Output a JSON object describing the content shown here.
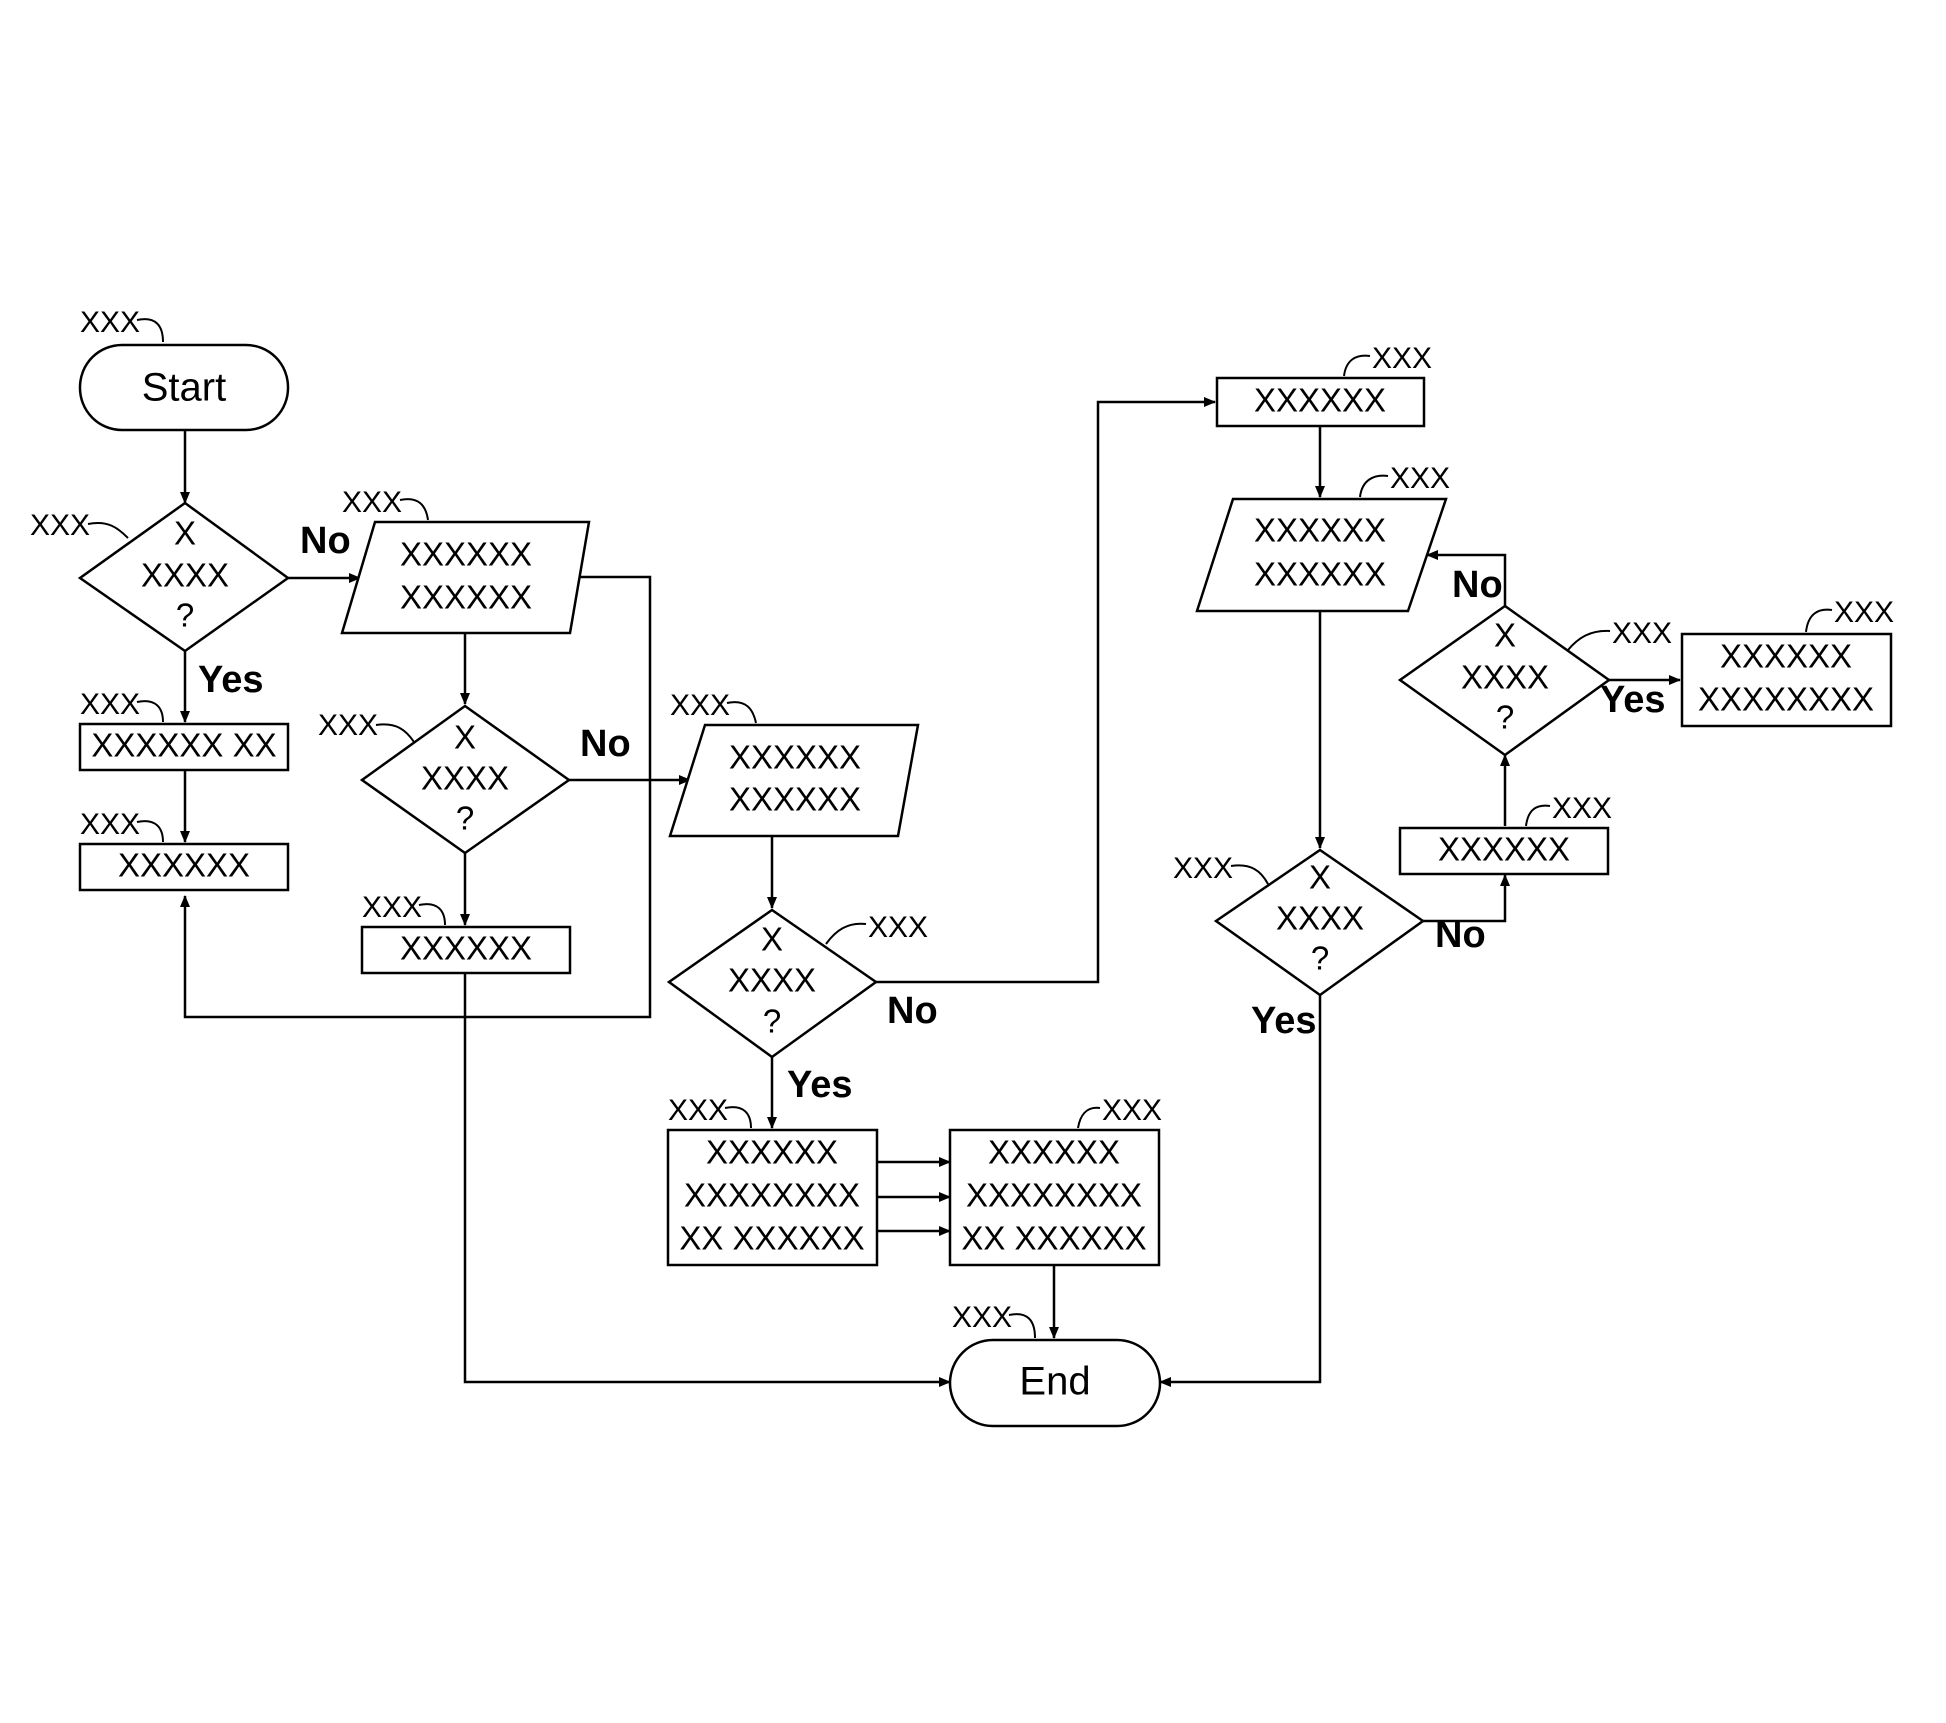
{
  "nodes": {
    "start": {
      "label": "Start",
      "ref": "XXX"
    },
    "decision1": {
      "line1": "X",
      "line2": "XXXX",
      "line3": "?",
      "ref": "XXX"
    },
    "process1": {
      "label": "XXXXXX XX",
      "ref": "XXX"
    },
    "process2": {
      "label": "XXXXXX",
      "ref": "XXX"
    },
    "io1": {
      "line1": "XXXXXX",
      "line2": "XXXXXX",
      "ref": "XXX"
    },
    "decision2": {
      "line1": "X",
      "line2": "XXXX",
      "line3": "?",
      "ref": "XXX"
    },
    "process3": {
      "label": "XXXXXX",
      "ref": "XXX"
    },
    "io2": {
      "line1": "XXXXXX",
      "line2": "XXXXXX",
      "ref": "XXX"
    },
    "decision3": {
      "line1": "X",
      "line2": "XXXX",
      "line3": "?",
      "ref": "XXX"
    },
    "process4": {
      "line1": "XXXXXX",
      "line2": "XXXXXXXX",
      "line3": "XX XXXXXX",
      "ref": "XXX"
    },
    "process5": {
      "line1": "XXXXXX",
      "line2": "XXXXXXXX",
      "line3": "XX XXXXXX",
      "ref": "XXX"
    },
    "end": {
      "label": "End",
      "ref": "XXX"
    },
    "process6": {
      "label": "XXXXXX",
      "ref": "XXX"
    },
    "io3": {
      "line1": "XXXXXX",
      "line2": "XXXXXX",
      "ref": "XXX"
    },
    "decision4": {
      "line1": "X",
      "line2": "XXXX",
      "line3": "?",
      "ref": "XXX"
    },
    "process7": {
      "line1": "XXXXXX",
      "line2": "XXXXXXXX",
      "ref": "XXX"
    },
    "process8": {
      "label": "XXXXXX",
      "ref": "XXX"
    },
    "decision5": {
      "line1": "X",
      "line2": "XXXX",
      "line3": "?",
      "ref": "XXX"
    }
  },
  "branch_labels": {
    "d1_no": "No",
    "d1_yes": "Yes",
    "d2_no": "No",
    "d3_no": "No",
    "d3_yes": "Yes",
    "d4_no": "No",
    "d4_yes": "Yes",
    "d5_no": "No",
    "d5_yes": "Yes"
  }
}
